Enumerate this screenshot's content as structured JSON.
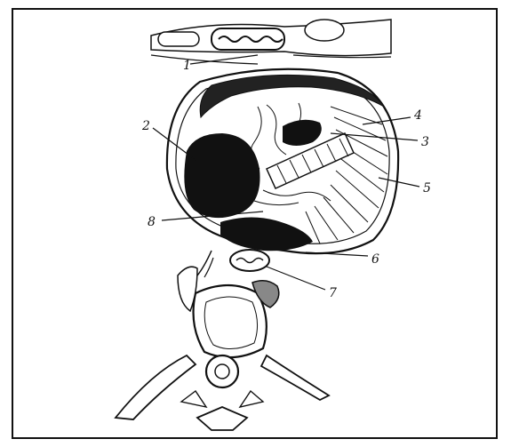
{
  "figure": {
    "labels": [
      {
        "id": "l1",
        "text": "1"
      },
      {
        "id": "l2",
        "text": "2"
      },
      {
        "id": "l3",
        "text": "3"
      },
      {
        "id": "l4",
        "text": "4"
      },
      {
        "id": "l5",
        "text": "5"
      },
      {
        "id": "l6",
        "text": "6"
      },
      {
        "id": "l7",
        "text": "7"
      },
      {
        "id": "l8",
        "text": "8"
      }
    ]
  },
  "colors": {
    "ink": "#111111",
    "paper": "#ffffff"
  }
}
